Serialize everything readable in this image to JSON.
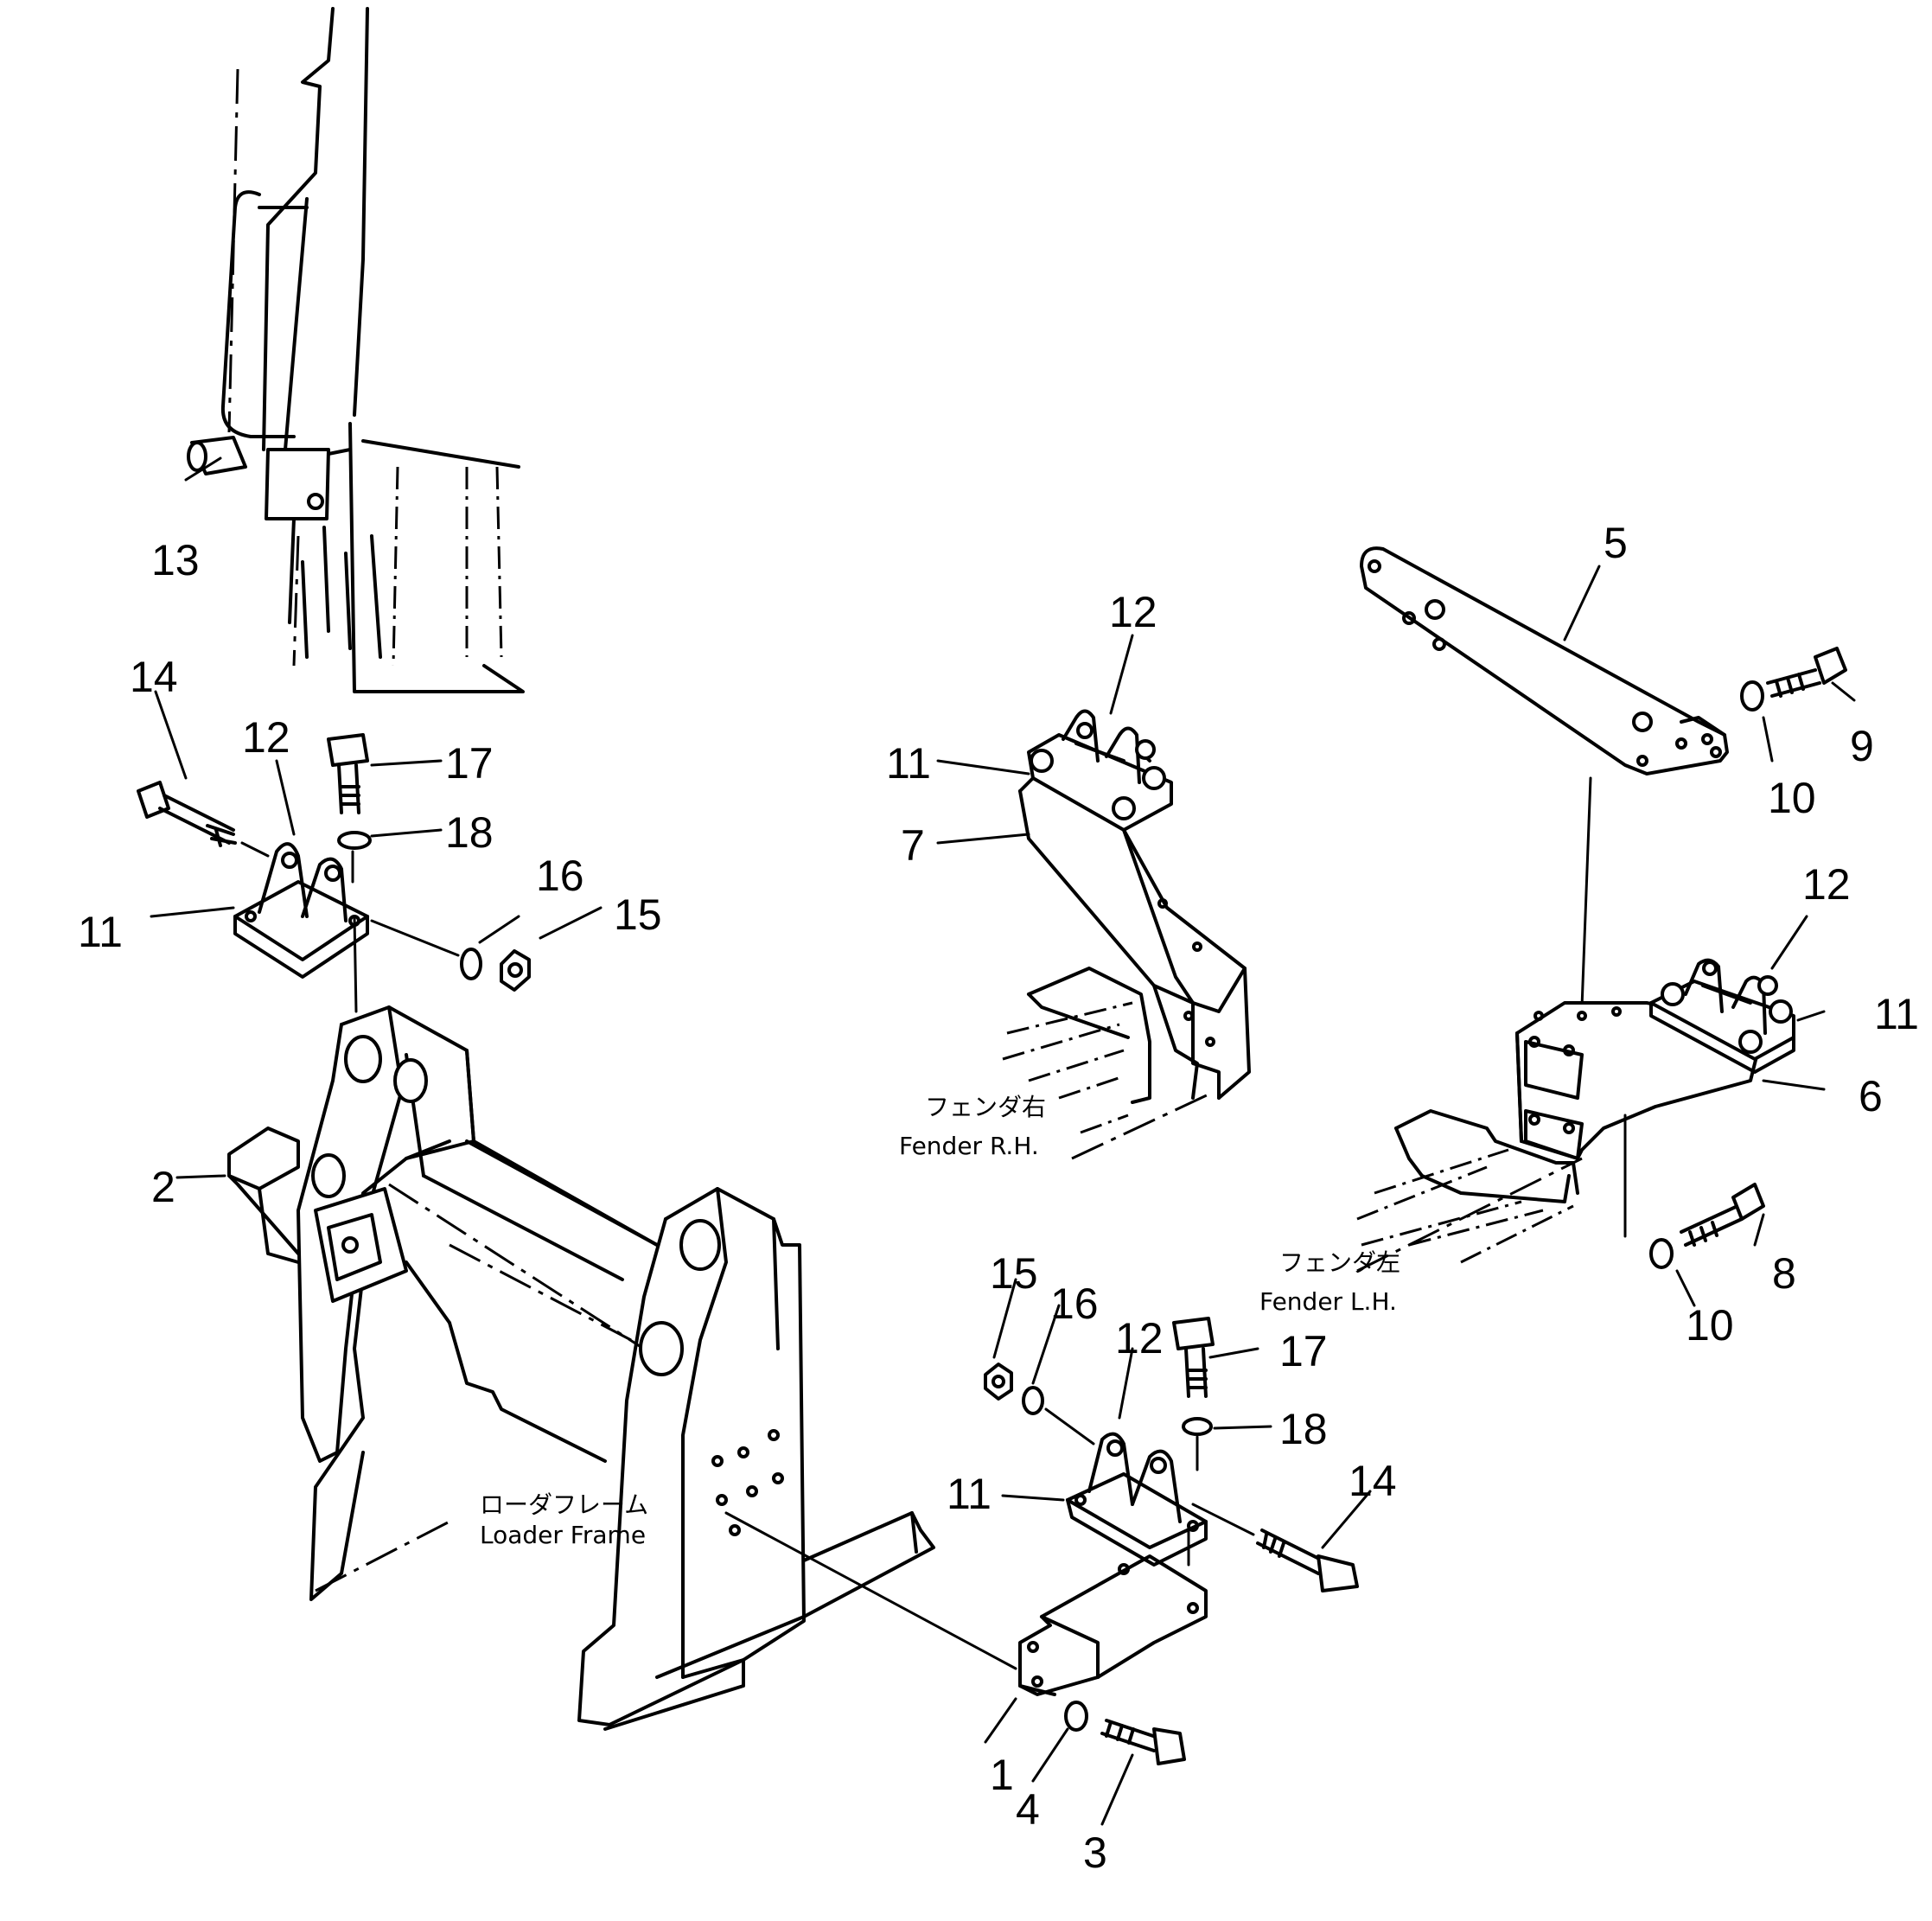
{
  "part_numbers": {
    "p1": "1",
    "p2": "2",
    "p3": "3",
    "p4": "4",
    "p5": "5",
    "p6": "6",
    "p7": "7",
    "p8": "8",
    "p9": "9",
    "p10a": "10",
    "p10b": "10",
    "p11a": "11",
    "p11b": "11",
    "p11c": "11",
    "p11d": "11",
    "p12a": "12",
    "p12b": "12",
    "p12c": "12",
    "p12d": "12",
    "p13": "13",
    "p14a": "14",
    "p14b": "14",
    "p15a": "15",
    "p15b": "15",
    "p16a": "16",
    "p16b": "16",
    "p17a": "17",
    "p17b": "17",
    "p18a": "18",
    "p18b": "18"
  },
  "labels": {
    "fender_rh_jp": "フェンダ右",
    "fender_rh_en": "Fender R.H.",
    "fender_lh_jp": "フェンダ左",
    "fender_lh_en": "Fender L.H.",
    "loader_frame_jp": "ローダフレーム",
    "loader_frame_en": "Loader Frame"
  }
}
